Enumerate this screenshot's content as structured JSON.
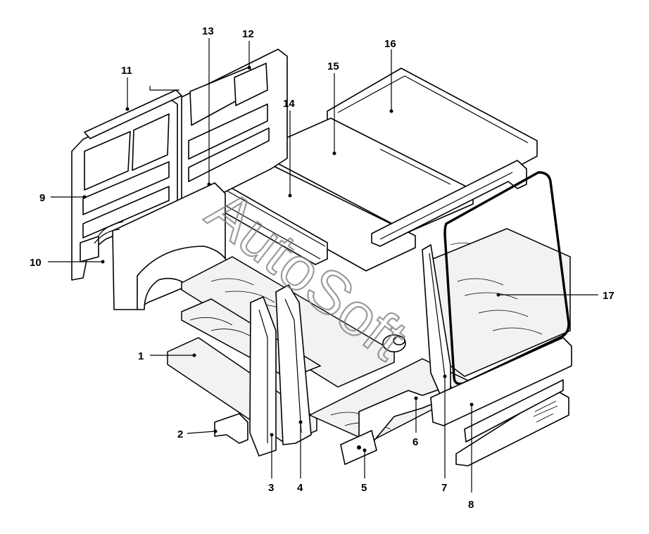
{
  "watermark": {
    "text": "AutoSoft"
  },
  "callouts": [
    {
      "id": "1",
      "label": "1"
    },
    {
      "id": "2",
      "label": "2"
    },
    {
      "id": "3",
      "label": "3"
    },
    {
      "id": "4",
      "label": "4"
    },
    {
      "id": "5",
      "label": "5"
    },
    {
      "id": "6",
      "label": "6"
    },
    {
      "id": "7",
      "label": "7"
    },
    {
      "id": "8",
      "label": "8"
    },
    {
      "id": "9",
      "label": "9"
    },
    {
      "id": "10",
      "label": "10"
    },
    {
      "id": "11",
      "label": "11"
    },
    {
      "id": "12",
      "label": "12"
    },
    {
      "id": "13",
      "label": "13"
    },
    {
      "id": "14",
      "label": "14"
    },
    {
      "id": "15",
      "label": "15"
    },
    {
      "id": "16",
      "label": "16"
    },
    {
      "id": "17",
      "label": "17"
    }
  ]
}
